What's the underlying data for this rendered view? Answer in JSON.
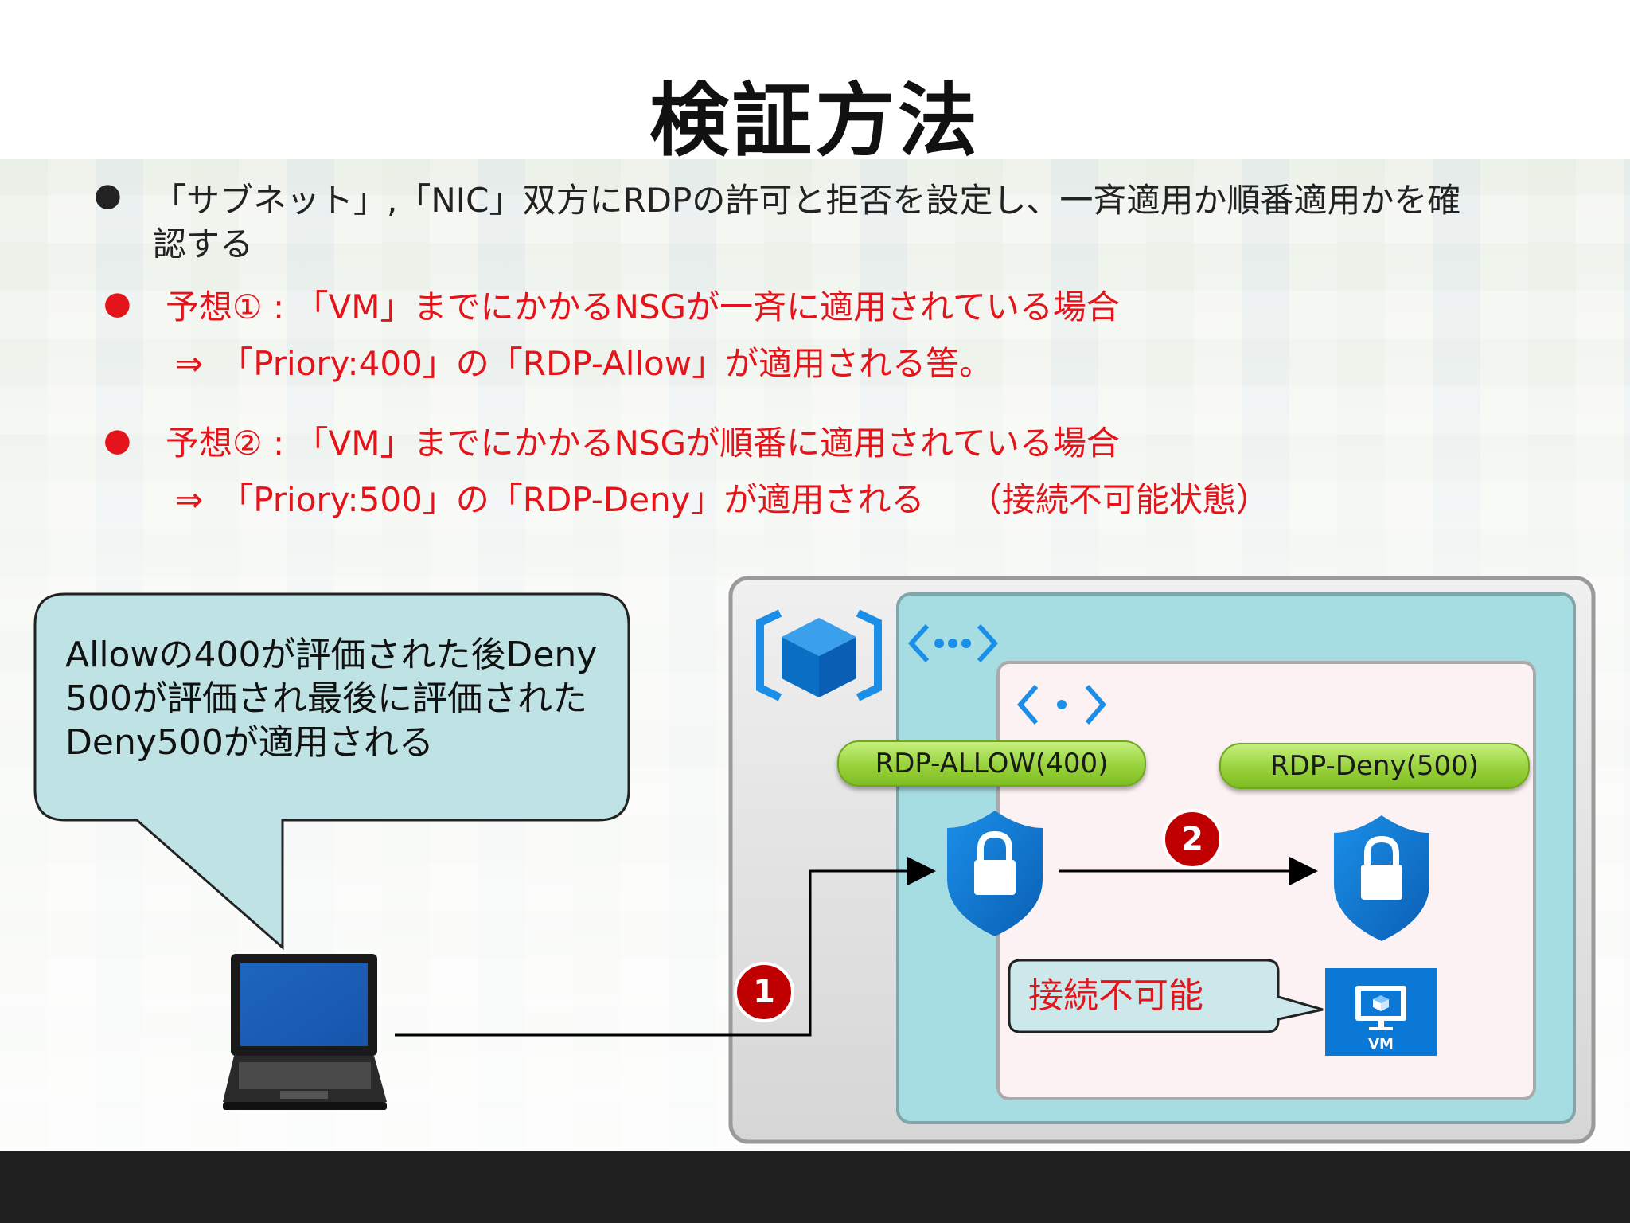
{
  "slide": {
    "title": "検証方法",
    "bullet_main": {
      "line1": "「サブネット」,「NIC」双方にRDPの許可と拒否を設定し、一斉適用か順番適用かを確",
      "line2": "認する"
    },
    "prediction1": {
      "heading": "予想① : 「VM」までにかかるNSGが一斉に適用されている場合",
      "result": "⇒　「Priory:400」の「RDP-Allow」が適用される筈。"
    },
    "prediction2": {
      "heading": "予想② : 「VM」までにかかるNSGが順番に適用されている場合",
      "result": "⇒　「Priory:500」の「RDP-Deny」が適用される　 （接続不可能状態）"
    }
  },
  "diagram": {
    "callout_text": "Allowの400が評価された後Deny 500が評価され最後に評価された Deny500が適用される",
    "nsg_allow_label": "RDP-ALLOW(400)",
    "nsg_deny_label": "RDP-Deny(500)",
    "step1": "1",
    "step2": "2",
    "no_connection_label": "接続不可能",
    "vm_label": "VM"
  },
  "colors": {
    "red_text": "#e4141a",
    "azure_blue": "#0a78d4",
    "vnet_fill": "#a6dde3",
    "subnet_fill": "#fdf2f3",
    "pill_green": "#98d23c",
    "step_red": "#c00000"
  }
}
